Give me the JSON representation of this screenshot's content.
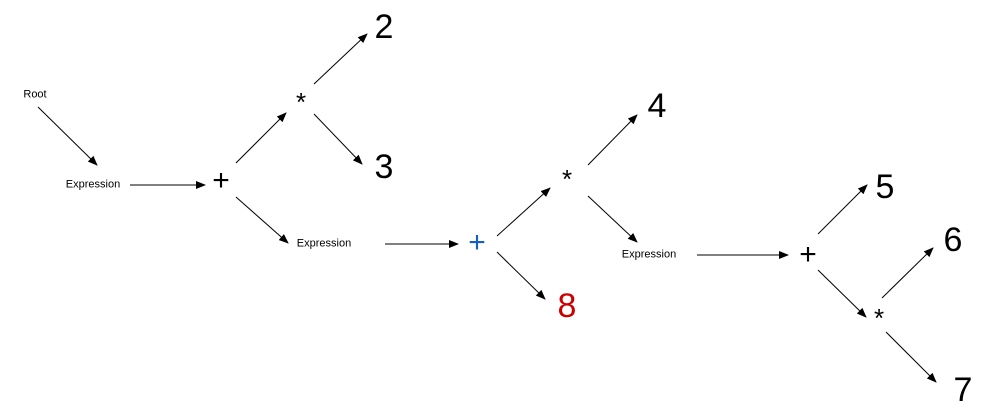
{
  "colors": {
    "default": "#000000",
    "highlight_operator": "#1560bd",
    "highlight_value": "#cc0000"
  },
  "nodes": {
    "root": "Root",
    "expr1": "Expression",
    "plus1": "+",
    "star1": "*",
    "n2": "2",
    "n3": "3",
    "expr2": "Expression",
    "plus2": "+",
    "star2": "*",
    "n4": "4",
    "n8": "8",
    "expr3": "Expression",
    "plus3": "+",
    "n5": "5",
    "star3": "*",
    "n6": "6",
    "n7": "7"
  }
}
